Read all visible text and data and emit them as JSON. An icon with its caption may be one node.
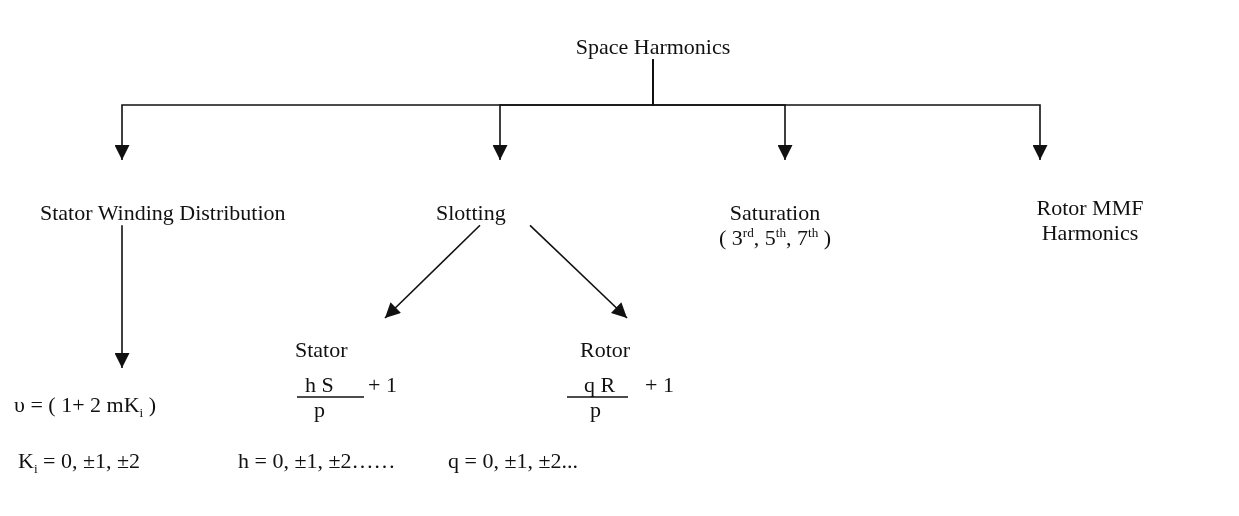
{
  "diagram": {
    "nodes": [
      {
        "text": [
          "Space Harmonics"
        ]
      },
      {
        "text": [
          "Stator Winding Distribution"
        ]
      },
      {
        "text": [
          "Slotting"
        ]
      },
      {
        "text": [
          "Saturation",
          "( 3$^{rd}$, 5$^{th}$, 7$^{th}$ )"
        ]
      },
      {
        "text": [
          "Rotor MMF Harmonics"
        ]
      },
      {
        "text": [
          "Stator"
        ]
      },
      {
        "text": [
          "Rotor"
        ]
      },
      {
        "text": [
          "υ = ( 1+ 2 mK$_{i}$ )"
        ]
      }
    ],
    "edges": [
      {
        "from": 0,
        "to": 1,
        "arrow": "to"
      },
      {
        "from": 0,
        "to": 2,
        "arrow": "to"
      },
      {
        "from": 0,
        "to": 3,
        "arrow": "to"
      },
      {
        "from": 0,
        "to": 4,
        "arrow": "to"
      },
      {
        "from": 1,
        "to": 7,
        "arrow": "to"
      },
      {
        "from": 2,
        "to": 5,
        "arrow": "to"
      },
      {
        "from": 2,
        "to": 6,
        "arrow": "to"
      }
    ],
    "labels": [
      "h S",
      "+ 1",
      "p",
      "q R",
      "+ 1",
      "p",
      "K$_{i}$ = 0, ±1, ±2",
      "h = 0, ±1, ±2……",
      "q = 0, ±1, ±2..."
    ]
  }
}
